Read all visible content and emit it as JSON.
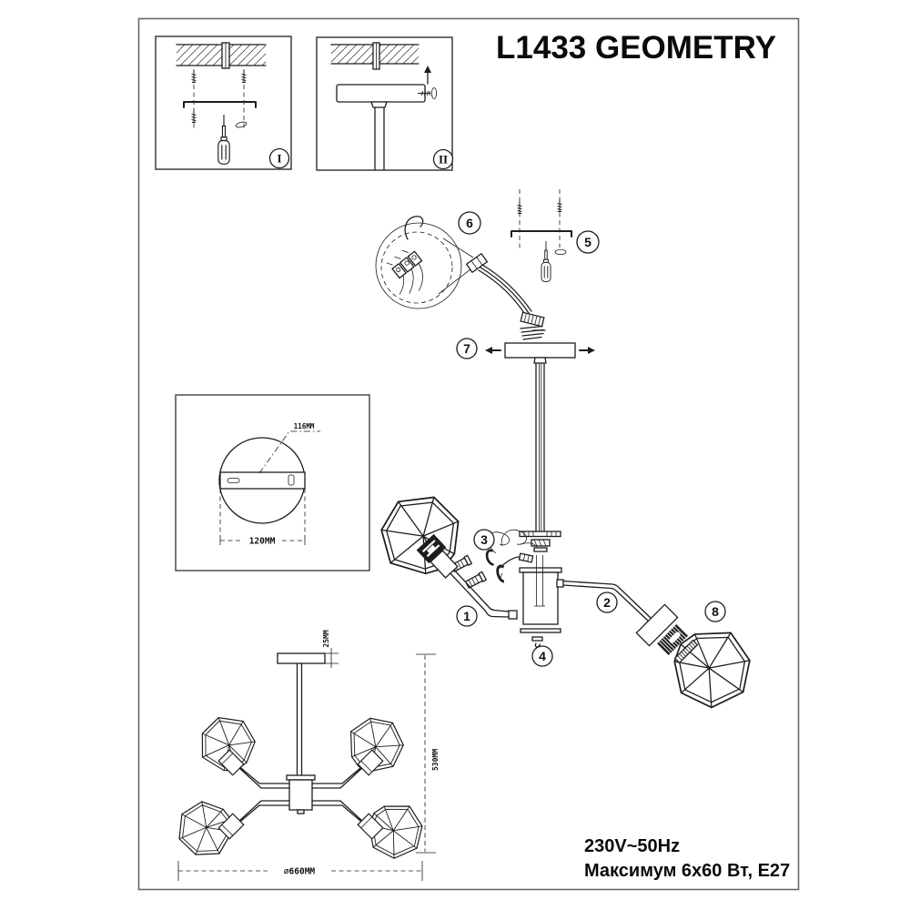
{
  "title": "L1433 GEOMETRY",
  "panels": {
    "step_i": "I",
    "step_ii": "II"
  },
  "callouts": {
    "c1": "1",
    "c2": "2",
    "c3": "3",
    "c4": "4",
    "c5": "5",
    "c6": "6",
    "c7": "7",
    "c8": "8"
  },
  "dimensions": {
    "bracket_hole_spacing": "116MM",
    "bracket_plate_width": "120MM",
    "canopy_height": "25MM",
    "fixture_height": "530MM",
    "fixture_diameter": "⌀660MM"
  },
  "specs": {
    "voltage": "230V~50Hz",
    "max_power": "Максимум 6x60 Вт, E27"
  },
  "colors": {
    "ink": "#1d1d1d",
    "paper": "#ffffff",
    "border": "#666666"
  }
}
